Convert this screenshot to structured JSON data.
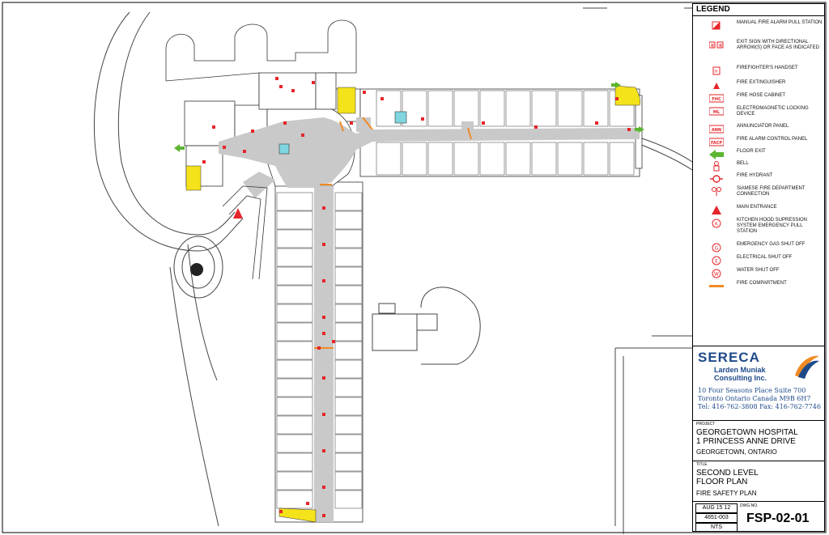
{
  "legend": {
    "title": "LEGEND",
    "items": [
      {
        "label": "MANUAL FIRE ALARM PULL STATION",
        "icon": "pull-station-icon"
      },
      {
        "label": "EXIT SIGN WITH DIRECTIONAL ARROW(S) OR FACE AS INDICATED",
        "icon": "exit-sign-icon"
      },
      {
        "label": "FIREFIGHTER'S HANDSET",
        "icon": "handset-icon"
      },
      {
        "label": "FIRE EXTINGUISHER",
        "icon": "extinguisher-icon"
      },
      {
        "label": "FIRE HOSE CABINET",
        "icon": "hose-cabinet-icon",
        "code": "FHC"
      },
      {
        "label": "ELECTROMAGNETIC LOCKING DEVICE",
        "icon": "mag-lock-icon",
        "code": "ML"
      },
      {
        "label": "ANNUNCIATOR PANEL",
        "icon": "annunciator-icon",
        "code": "ANN"
      },
      {
        "label": "FIRE ALARM CONTROL PANEL",
        "icon": "facp-icon",
        "code": "FACP"
      },
      {
        "label": "FLOOR EXIT",
        "icon": "floor-exit-arrow-icon"
      },
      {
        "label": "BELL",
        "icon": "bell-icon"
      },
      {
        "label": "FIRE HYDRANT",
        "icon": "hydrant-icon"
      },
      {
        "label": "SIAMESE FIRE DEPARTMENT CONNECTION",
        "icon": "siamese-icon"
      },
      {
        "label": "MAIN ENTRANCE",
        "icon": "main-entrance-icon"
      },
      {
        "label": "KITCHEN HOOD SUPRESSION SYSTEM EMERGENCY PULL STATION",
        "icon": "kitchen-hood-icon",
        "code": "K"
      },
      {
        "label": "EMERGENCY GAS SHUT OFF",
        "icon": "gas-shutoff-icon",
        "code": "G"
      },
      {
        "label": "ELECTRICAL SHUT OFF",
        "icon": "electrical-shutoff-icon",
        "code": "E"
      },
      {
        "label": "WATER SHUT OFF",
        "icon": "water-shutoff-icon",
        "code": "W"
      },
      {
        "label": "FIRE COMPARTMENT",
        "icon": "fire-compartment-line-icon"
      }
    ]
  },
  "company": {
    "name": "SERECA",
    "subname": "Larden Muniak Consulting Inc.",
    "address_lines": [
      "10 Four Seasons Place  Suite 700",
      "Toronto  Ontario  Canada  M9B 6H7",
      "Tel: 416-762-3808   Fax: 416-762-7746"
    ]
  },
  "project": {
    "label": "PROJECT",
    "line1": "GEORGETOWN HOSPITAL",
    "line2": "1 PRINCESS ANNE DRIVE",
    "line3": "GEORGETOWN, ONTARIO"
  },
  "title": {
    "label": "TITLE",
    "line1": "SECOND LEVEL",
    "line2": "FLOOR PLAN",
    "line3": "FIRE SAFETY PLAN"
  },
  "meta": {
    "date": "AUG 15 12",
    "job_no": "4651-003",
    "scale": "NTS",
    "dwg_label": "DWG NO.",
    "dwg_no": "FSP-02-01"
  },
  "colors": {
    "red": "#e5252a",
    "green": "#5cb531",
    "orange": "#f08a24",
    "yellow": "#f4e21a",
    "corridor": "#c9c9c9",
    "sereca_blue": "#1e4a8a"
  }
}
